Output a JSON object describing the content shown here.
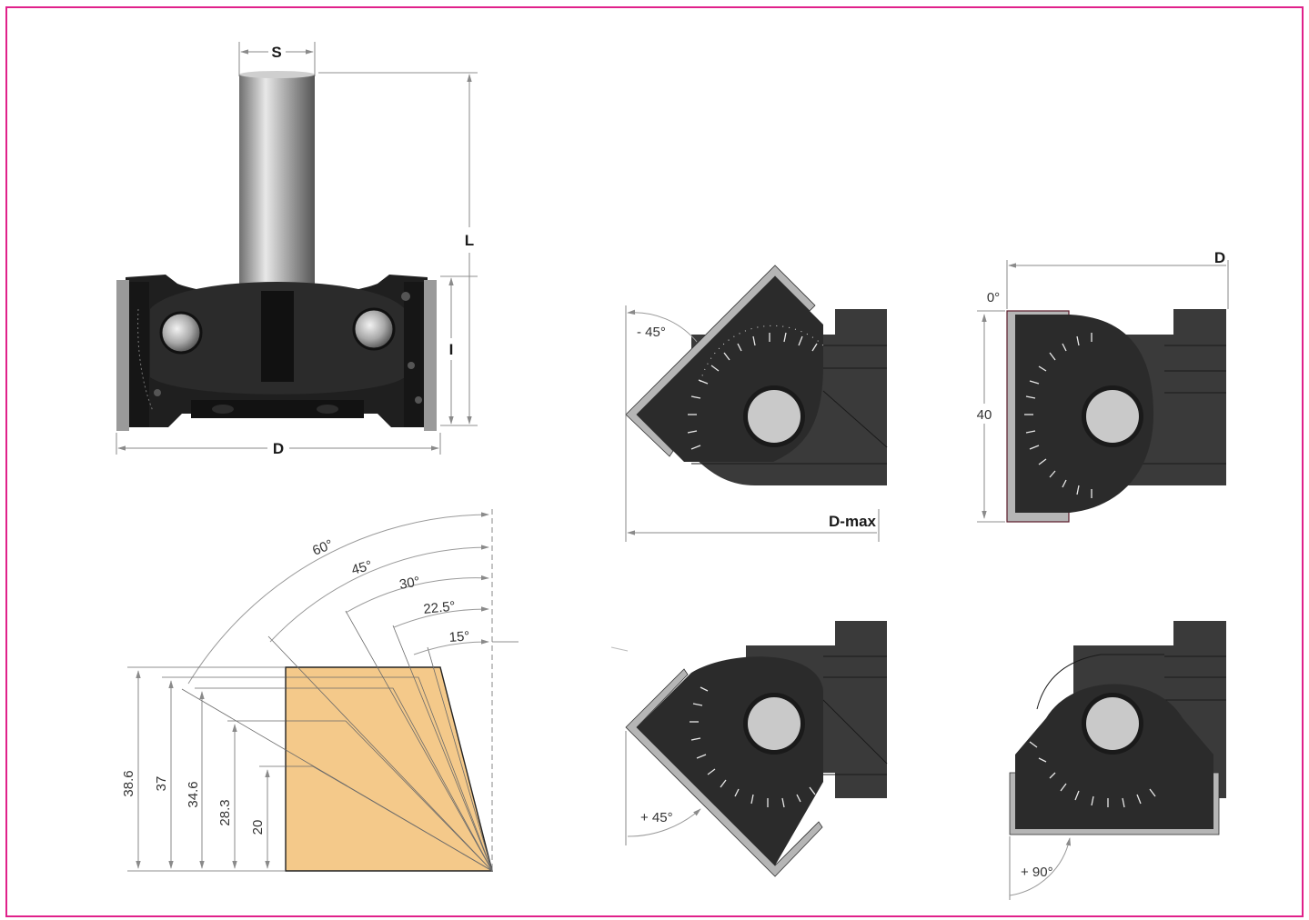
{
  "colors": {
    "frame": "#e0218a",
    "body_dark": "#2c2c2c",
    "body_mid": "#3e3e3e",
    "blade": "#b5b5b5",
    "bore": "#c9c9c9",
    "wood": "#f4c98a",
    "dim_line": "#8a8a8a"
  },
  "cutter_photo": {
    "label_s": "S",
    "label_l": "L",
    "label_i": "I",
    "label_d": "D"
  },
  "bevel_profile": {
    "angles": [
      "60°",
      "45°",
      "30°",
      "22.5°",
      "15°"
    ],
    "heights": [
      "38.6",
      "37",
      "34.6",
      "28.3",
      "20"
    ]
  },
  "detail_minus45": {
    "angle": "- 45°",
    "dmax": "D-max"
  },
  "detail_0": {
    "angle": "0°",
    "height": "40",
    "label_d": "D"
  },
  "detail_plus45": {
    "angle": "+ 45°"
  },
  "detail_plus90": {
    "angle": "+ 90°"
  }
}
